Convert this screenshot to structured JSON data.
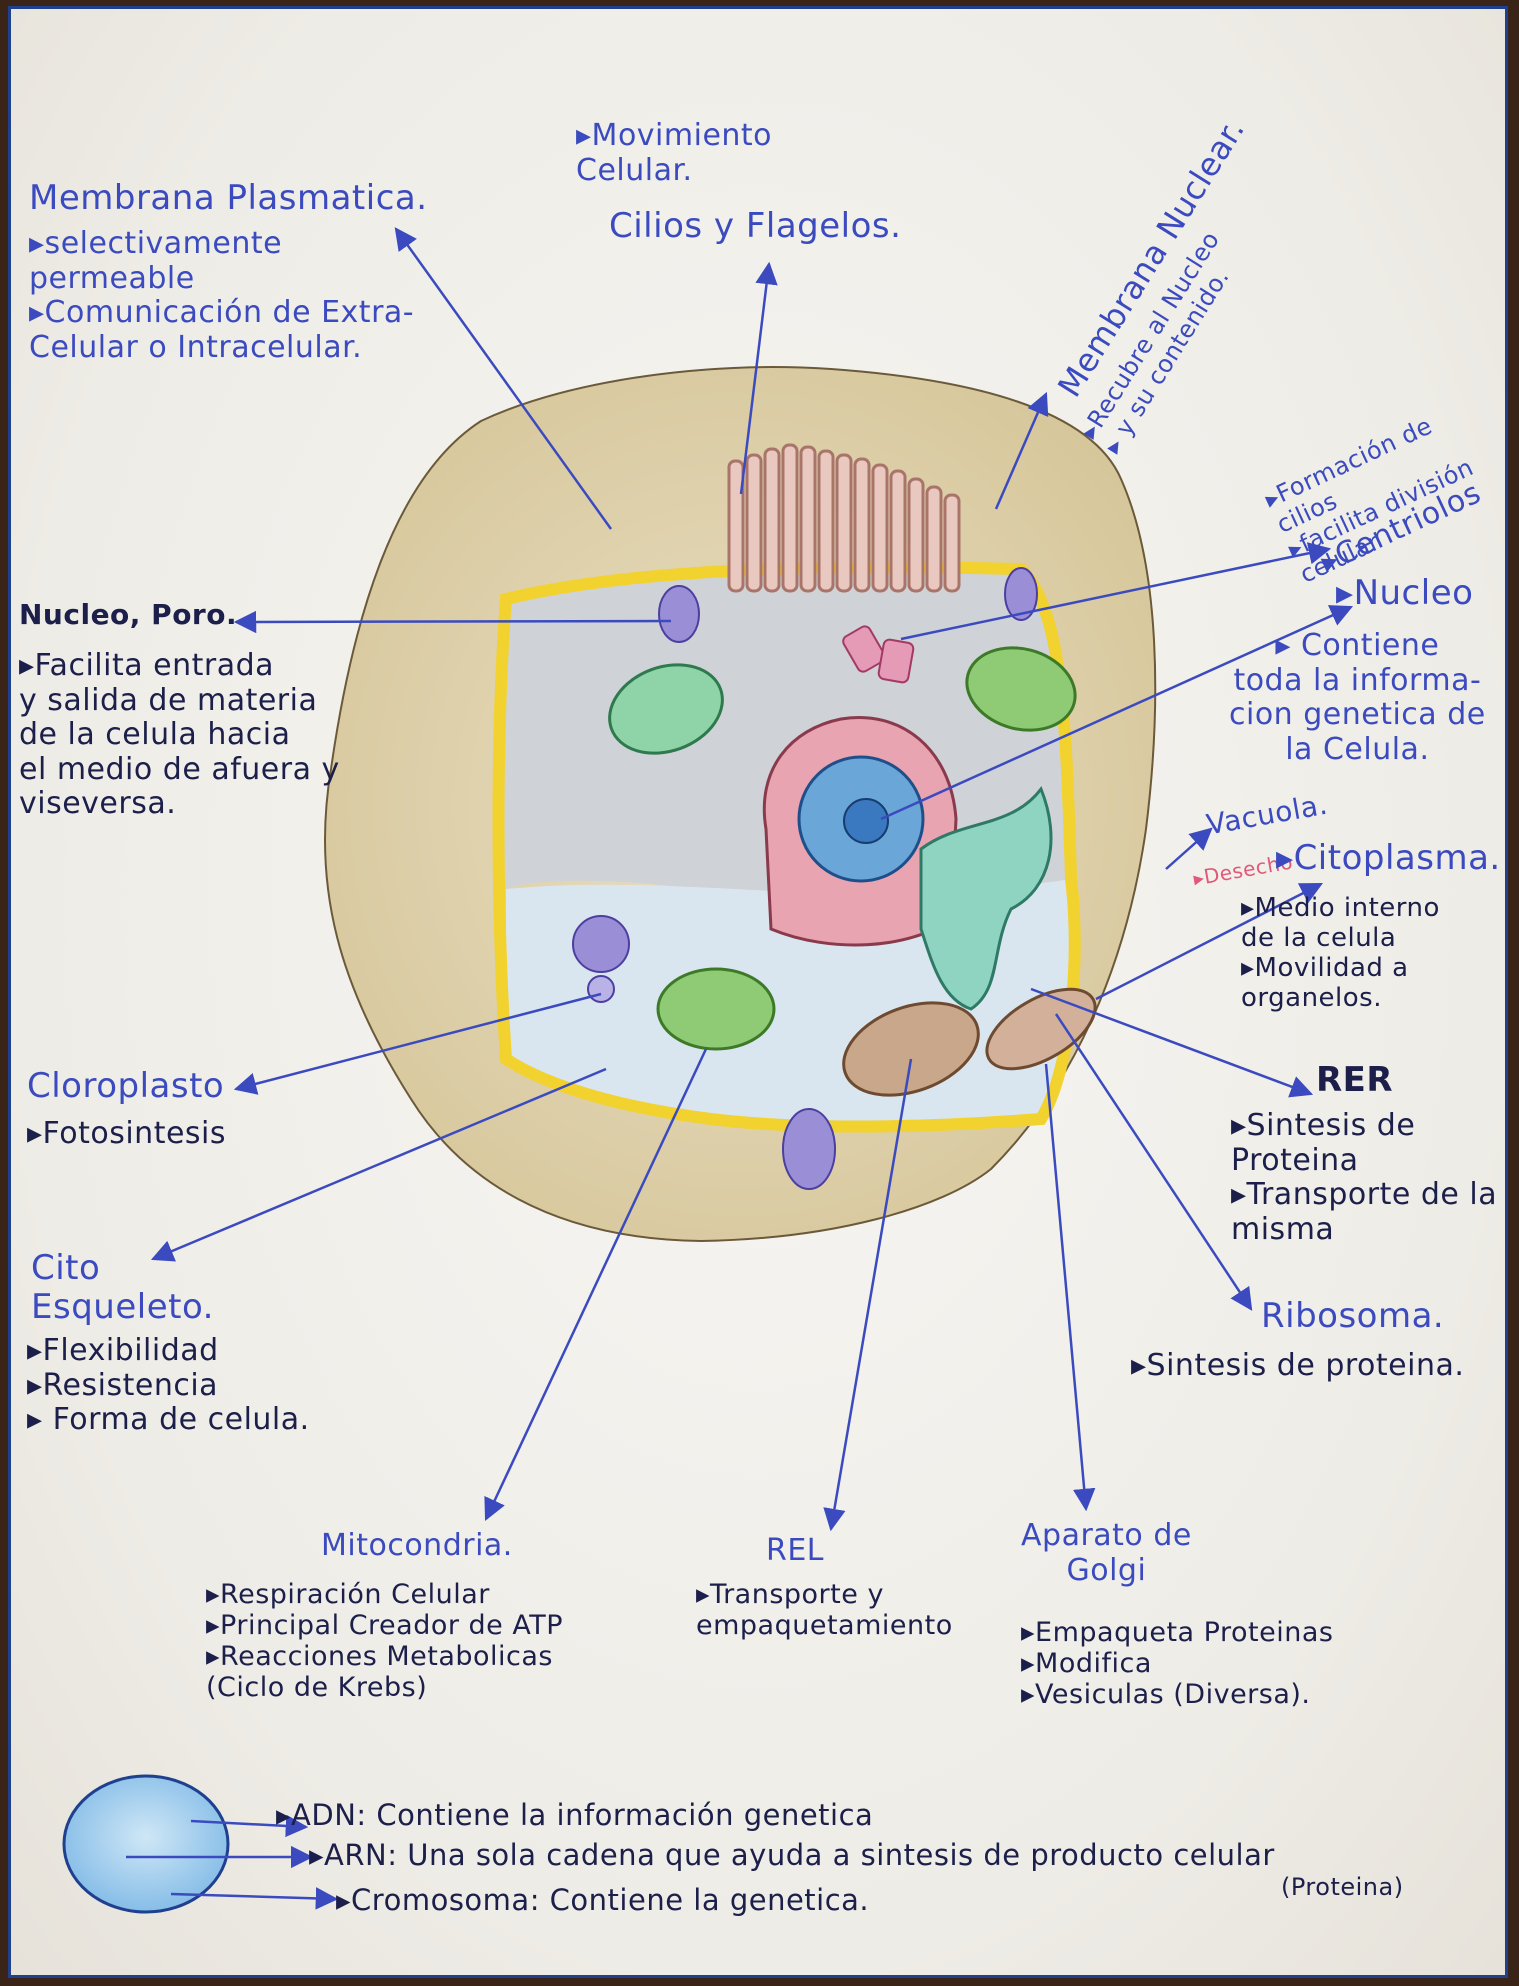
{
  "labels": {
    "movimiento": "▸Movimiento\nCelular.",
    "cilios": "Cilios y Flagelos.",
    "membrana_plasmatica_title": "Membrana Plasmatica.",
    "membrana_plasmatica_text": "▸selectivamente\npermeable\n▸Comunicación de Extra-\nCelular o Intracelular.",
    "membrana_nuclear_title": "Membrana Nuclear.",
    "membrana_nuclear_text": "▸Recubre al Nucleo\n▸ y su contenido.",
    "centriolos_text": "▸Formación de cilios\n▸facilita división\ncelular",
    "centriolos_title": "▸Centriolos",
    "nucleo_title": "▸Nucleo",
    "nucleo_text": "▸ Contiene\ntoda la informa-\ncion genetica de\nla Celula.",
    "nucleo_poro_title": "Nucleo, Poro.",
    "nucleo_poro_text": "▸Facilita entrada\ny salida de materia\nde la celula hacia\nel medio de afuera y\nviseversa.",
    "vacuola_title": "Vacuola.",
    "vacuola_text": "▸Desecho",
    "citoplasma_title": "▸Citoplasma.",
    "citoplasma_text": "▸Medio interno\nde la celula\n▸Movilidad a\norganelos.",
    "cloroplasto_title": "Cloroplasto",
    "cloroplasto_text": "▸Fotosintesis",
    "rer_title": "RER",
    "rer_text": "▸Sintesis de\nProteina\n▸Transporte de la\nmisma",
    "citoesqueleto_title": "Cito\nEsqueleto.",
    "citoesqueleto_text": "▸Flexibilidad\n▸Resistencia\n▸ Forma de celula.",
    "ribosoma_title": "Ribosoma.",
    "ribosoma_text": "▸Sintesis de proteina.",
    "mitocondria_title": "Mitocondria.",
    "mitocondria_text": "▸Respiración Celular\n▸Principal Creador de ATP\n▸Reacciones Metabolicas\n(Ciclo de Krebs)",
    "rel_title": "REL",
    "rel_text": "▸Transporte y\nempaquetamiento",
    "golgi_title": "Aparato de\nGolgi",
    "golgi_text": "▸Empaqueta Proteinas\n▸Modifica\n▸Vesiculas (Diversa).",
    "adn": "▸ADN: Contiene la información genetica",
    "arn": "▸ARN: Una sola cadena que ayuda a sintesis de producto celular",
    "arn_paren": "(Proteina)",
    "cromosoma": "▸Cromosoma: Contiene la genetica."
  },
  "colors": {
    "ink": "#3b4bbf",
    "membrane": "#f2d22e",
    "cytoplasm": "#cdd6e4",
    "outer_cell": "#e3d6b0",
    "nucleus": "#e8a4b0",
    "nucleolus": "#6aa6d8",
    "golgi": "#8fd4c0",
    "mitochondria": "#8fca74"
  }
}
